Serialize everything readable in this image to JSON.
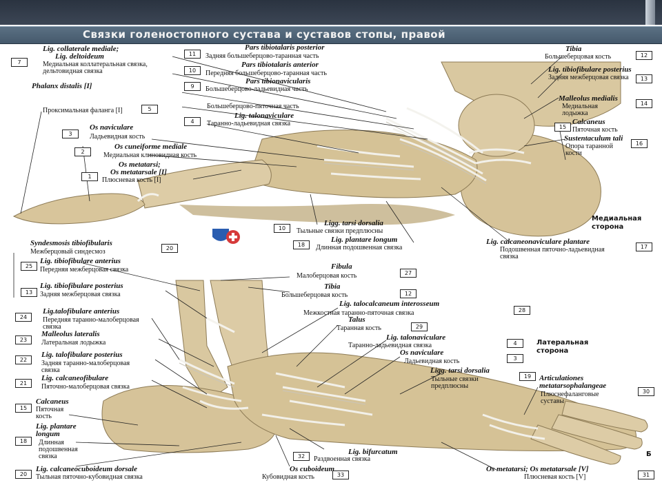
{
  "title": "Связки голеностопного сустава и суставов стопы, правой",
  "top_panel": {
    "side_label": "Медиальная сторона",
    "labels": [
      {
        "num": "7",
        "lat": "Lig. collaterale mediale;",
        "lat2": "Lig. deltoideum",
        "rus": "Медиальная коллатеральная связка, дельтовидная связка"
      },
      {
        "num": "",
        "lat": "Phalanx distalis [I]",
        "lat2": "",
        "rus": ""
      },
      {
        "num": "5",
        "lat": "",
        "lat2": "",
        "rus": "Проксимальная фаланга [I]"
      },
      {
        "num": "3",
        "lat": "Os naviculare",
        "lat2": "",
        "rus": "Ладьевидная кость"
      },
      {
        "num": "2",
        "lat": "Os cuneiforme mediale",
        "lat2": "",
        "rus": "Медиальная клиновидная кость"
      },
      {
        "num": "1",
        "lat": "Os metatarsi;",
        "lat2": "Os metatarsale [I]",
        "rus": "Плюсневая кость [I]"
      },
      {
        "num": "11",
        "lat": "Pars tibiotalaris posterior",
        "lat2": "",
        "rus": "Задняя большеберцово-таранная часть"
      },
      {
        "num": "10",
        "lat": "Pars tibiotalaris anterior",
        "lat2": "",
        "rus": "Передняя большеберцово-таранная часть"
      },
      {
        "num": "9",
        "lat": "Pars tibionavicularis",
        "lat2": "",
        "rus": "Большеберцово-ладьевидная часть"
      },
      {
        "num": "",
        "lat": "",
        "lat2": "",
        "rus": "Большеберцово-пяточная часть"
      },
      {
        "num": "4",
        "lat": "Lig. talonaviculare",
        "lat2": "",
        "rus": "Таранно-ладьевидная связка"
      },
      {
        "num": "12",
        "lat": "Tibia",
        "lat2": "",
        "rus": "Большеберцовая кость"
      },
      {
        "num": "13",
        "lat": "Lig. tibiofibulare posterius",
        "lat2": "",
        "rus": "Задняя межберцовая связка"
      },
      {
        "num": "14",
        "lat": "Malleolus medialis",
        "lat2": "",
        "rus": "Медиальная лодыжка"
      },
      {
        "num": "15",
        "lat": "Calcaneus",
        "lat2": "",
        "rus": "Пяточная кость"
      },
      {
        "num": "16",
        "lat": "Sustentaculum tali",
        "lat2": "",
        "rus": "Опора таранной кости"
      },
      {
        "num": "10",
        "lat": "Ligg. tarsi dorsalia",
        "lat2": "",
        "rus": "Тыльные связки предплюсны"
      },
      {
        "num": "18",
        "lat": "Lig. plantare longum",
        "lat2": "",
        "rus": "Длинная подошвенная связка"
      },
      {
        "num": "17",
        "lat": "Lig. calcaneonaviculare plantare",
        "lat2": "",
        "rus": "Подошвенная пяточно-ладьевидная связка"
      }
    ]
  },
  "bottom_panel": {
    "side_label": "Латеральная сторона",
    "panel_letter": "Б",
    "labels": [
      {
        "num": "20",
        "lat": "Syndesmosis tibiofibularis",
        "rus": "Межберцовый синдесмоз"
      },
      {
        "num": "25",
        "lat": "Lig. tibiofibulare anterius",
        "rus": "Передняя межберцовая связка"
      },
      {
        "num": "13",
        "lat": "Lig. tibiofibulare posterius",
        "rus": "Задняя межберцовая связка"
      },
      {
        "num": "24",
        "lat": "Lig.talofibulare anterius",
        "rus": "Передняя таранно-малоберцовая связка"
      },
      {
        "num": "23",
        "lat": "Malleolus lateralis",
        "rus": "Латеральная лодыжка"
      },
      {
        "num": "22",
        "lat": "Lig. talofibulare posterius",
        "rus": "Задняя таранно-малоберцовая связка"
      },
      {
        "num": "21",
        "lat": "Lig. calcaneofibulare",
        "rus": "Пяточно-малоберцовая связка"
      },
      {
        "num": "15",
        "lat": "Calcaneus",
        "rus": "Пяточная кость"
      },
      {
        "num": "18",
        "lat": "Lig. plantare longum",
        "rus": "Длинная подошвенная связка"
      },
      {
        "num": "20",
        "lat": "Lig. calcaneocuboideum dorsale",
        "rus": "Тыльная пяточно-кубовидная связка"
      },
      {
        "num": "27",
        "lat": "Fibula",
        "rus": "Малоберцовая кость"
      },
      {
        "num": "12",
        "lat": "Tibia",
        "rus": "Большеберцовая кость"
      },
      {
        "num": "28",
        "lat": "Lig. talocalcaneum interosseum",
        "rus": "Межкостная таранно-пяточная связка"
      },
      {
        "num": "29",
        "lat": "Talus",
        "rus": "Таранная кость"
      },
      {
        "num": "4",
        "lat": "Lig. talonaviculare",
        "rus": "Таранно-ладьевидная связка"
      },
      {
        "num": "3",
        "lat": "Os naviculare",
        "rus": "Ладьевидная кость"
      },
      {
        "num": "19",
        "lat": "Ligg. tarsi dorsalia",
        "rus": "Тыльные связки предплюсны"
      },
      {
        "num": "30",
        "lat": "Articulationes metatarsophalangeae",
        "rus": "Плюснефаланговые суставы"
      },
      {
        "num": "32",
        "lat": "Lig. bifurcatum",
        "rus": "Раздвоенная связка"
      },
      {
        "num": "33",
        "lat": "Os cuboideum",
        "rus": "Кубовидная кость"
      },
      {
        "num": "31",
        "lat": "Os metatarsi; Os metatarsale [V]",
        "rus": "Плюсневая кость [V]"
      }
    ]
  },
  "colors": {
    "bone": "#d9c8a0",
    "bone_shade": "#b9a474",
    "ligament": "#ecebe6",
    "title_band": "#4f6578",
    "top_bar": "#333d4b"
  },
  "logo": "medical-cross-shield-icon"
}
